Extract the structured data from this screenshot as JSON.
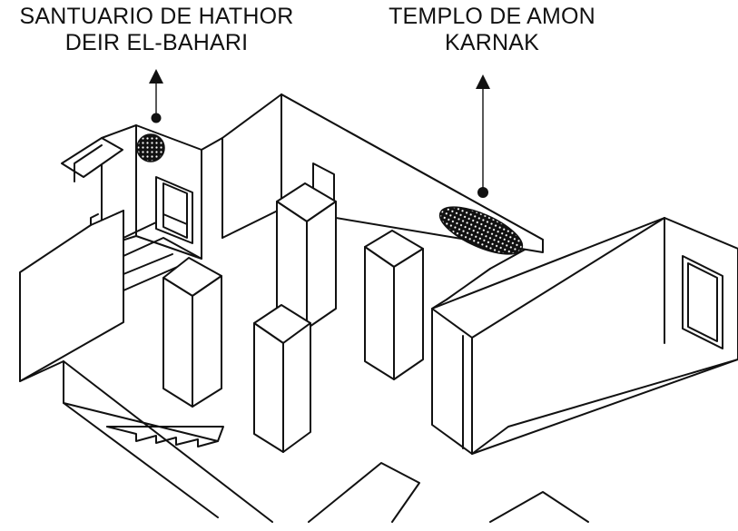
{
  "labels": {
    "left": {
      "line1": "SANTUARIO DE HATHOR",
      "line2": "DEIR EL-BAHARI"
    },
    "right": {
      "line1": "TEMPLO DE AMON",
      "line2": "KARNAK"
    }
  },
  "markers": [
    {
      "name": "hathor-sanctuary-marker",
      "pattern": "dotted-circle"
    },
    {
      "name": "amon-temple-marker",
      "pattern": "dotted-ellipse"
    }
  ],
  "colors": {
    "ink": "#111111",
    "background": "#ffffff"
  }
}
